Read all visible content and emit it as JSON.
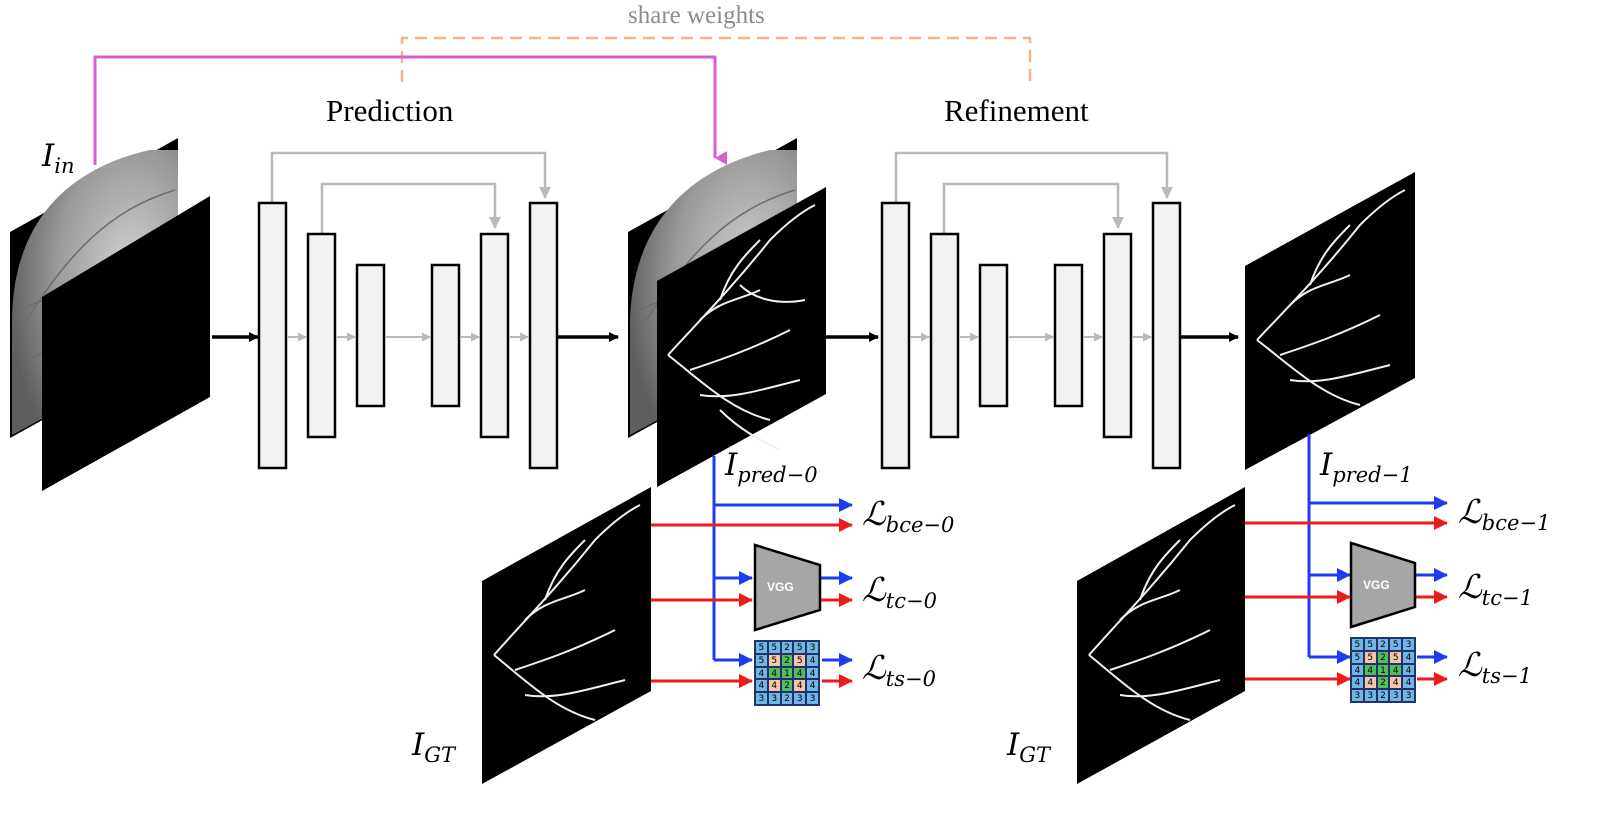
{
  "labels": {
    "share_weights": "share weights",
    "prediction": "Prediction",
    "refinement": "Refinement",
    "vgg": "VGG"
  },
  "math_labels": {
    "input": {
      "base": "I",
      "sub": "in"
    },
    "gt_left": {
      "base": "I",
      "sub": "GT"
    },
    "gt_right": {
      "base": "I",
      "sub": "GT"
    },
    "pred0": {
      "base": "I",
      "sub": "pred−0"
    },
    "pred1": {
      "base": "I",
      "sub": "pred−1"
    }
  },
  "losses": {
    "bce0": {
      "base": "ℒ",
      "sub": "bce−0"
    },
    "tc0": {
      "base": "ℒ",
      "sub": "tc−0"
    },
    "ts0": {
      "base": "ℒ",
      "sub": "ts−0"
    },
    "bce1": {
      "base": "ℒ",
      "sub": "bce−1"
    },
    "tc1": {
      "base": "ℒ",
      "sub": "tc−1"
    },
    "ts1": {
      "base": "ℒ",
      "sub": "ts−1"
    }
  },
  "topology_grid": [
    [
      "5",
      "5",
      "2",
      "5",
      "3"
    ],
    [
      "5",
      "5",
      "2",
      "5",
      "4"
    ],
    [
      "4",
      "4",
      "1",
      "4",
      "4"
    ],
    [
      "4",
      "4",
      "2",
      "4",
      "4"
    ],
    [
      "3",
      "3",
      "2",
      "3",
      "3"
    ]
  ],
  "colors": {
    "skip": "#b9b9b9",
    "share_weights": "#f2b48e",
    "input_link": "#d95cd0",
    "prediction_branch": "#1d3cf0",
    "ground_truth_branch": "#ef1b1b",
    "vgg_fill": "#a6a6a6",
    "block_fill": "#f2f2f2"
  }
}
